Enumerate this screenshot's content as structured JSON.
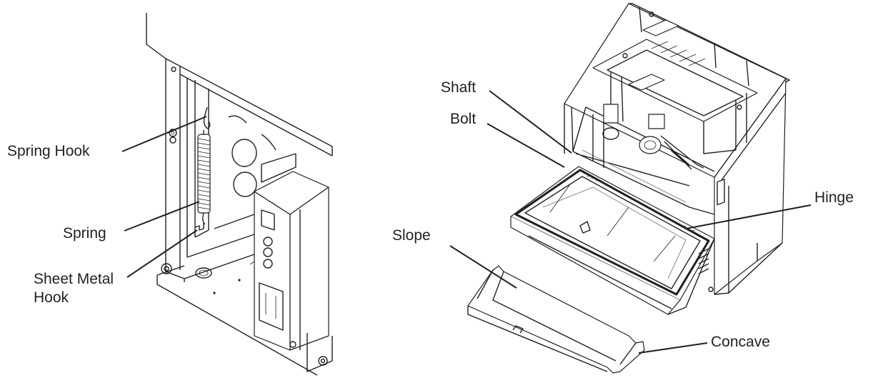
{
  "left_panel": {
    "labels": {
      "spring_hook": "Spring Hook",
      "spring": "Spring",
      "sheet_metal_hook_line1": "Sheet Metal",
      "sheet_metal_hook_line2": "Hook"
    }
  },
  "right_panel": {
    "labels": {
      "shaft": "Shaft",
      "bolt": "Bolt",
      "hinge": "Hinge",
      "slope": "Slope",
      "concave": "Concave"
    }
  },
  "colors": {
    "line": "#231f20",
    "background": "#ffffff"
  }
}
